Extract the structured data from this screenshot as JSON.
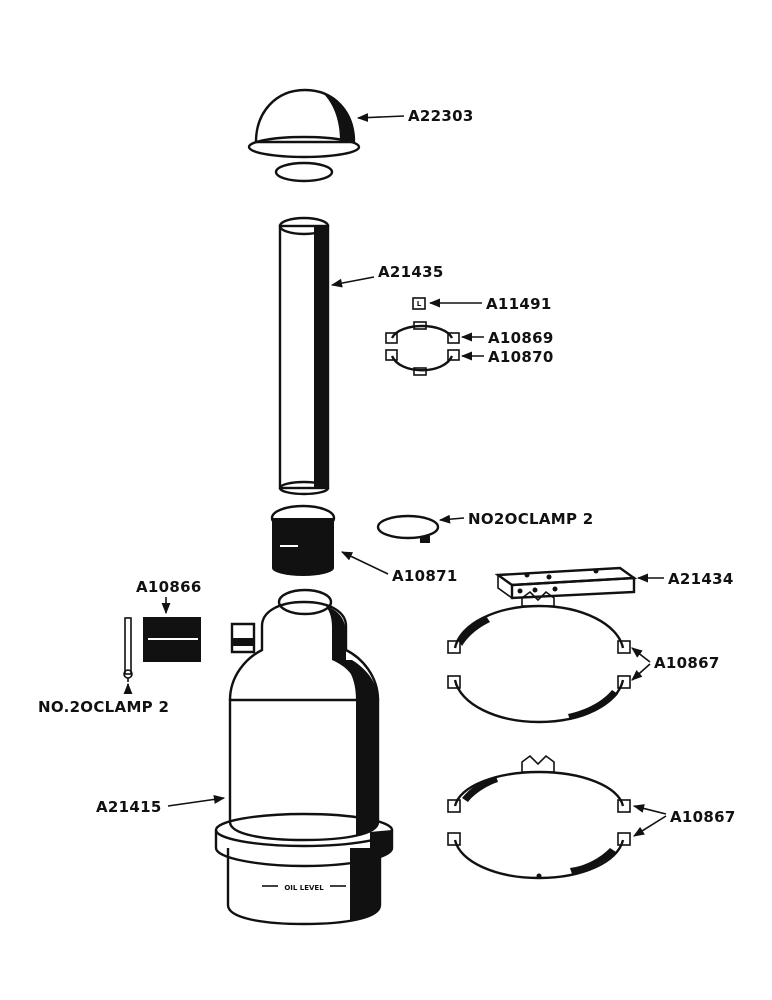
{
  "labels": {
    "cap": "A22303",
    "pipe": "A21435",
    "bolt": "A11491",
    "clamp_upper": "A10869",
    "clamp_lower": "A10870",
    "hose_clamp": "NO2OCLAMP 2",
    "hose": "A10871",
    "bracket": "A21434",
    "gasket": "A10866",
    "gasket_clamp": "NO.2OCLAMP 2",
    "band_upper": "A10867",
    "band_lower": "A10867",
    "body": "A21415",
    "oil_level": "OIL LEVEL"
  },
  "colors": {
    "ink": "#111111",
    "paper": "#ffffff"
  }
}
